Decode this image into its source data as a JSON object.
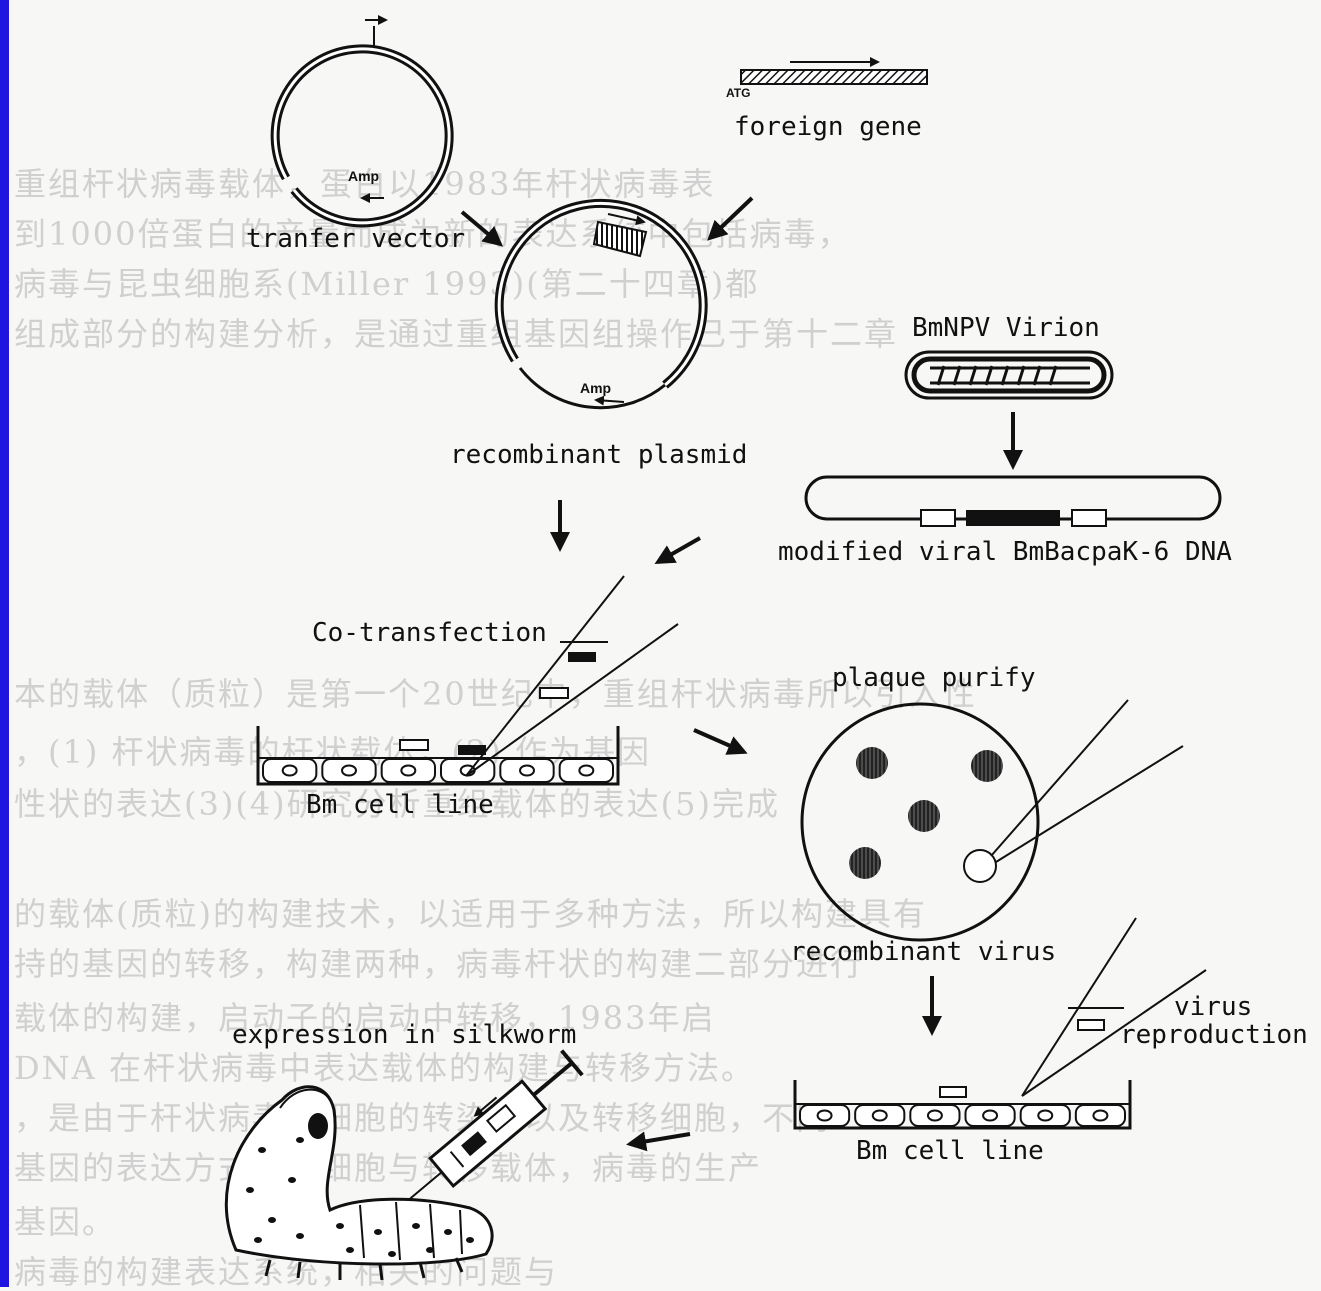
{
  "labels": {
    "transfer_vector": "tranfer vector",
    "foreign_gene": "foreign gene",
    "atg": "ATG",
    "amp_1": "Amp",
    "amp_2": "Amp",
    "recombinant_plasmid": "recombinant plasmid",
    "bmnpv_virion": "BmNPV Virion",
    "modified_viral_dna": "modified viral BmBacpaK-6 DNA",
    "co_transfection": "Co-transfection",
    "bm_cell_line_1": "Bm cell line",
    "plaque_purify": "plaque purify",
    "recombinant_virus": "recombinant virus",
    "virus_reproduction_1": "virus",
    "virus_reproduction_2": "reproduction",
    "expression_in_silkworm": "expression in silkworm",
    "bm_cell_line_2": "Bm cell line"
  },
  "bleed_through_text": [
    "重组杆状病毒载体，蛋白以1983年杆状病毒表",
    "到1000倍蛋白的产量而成为新的表达系统中包括病毒，",
    "病毒与昆虫细胞系(Miller 1993)(第二十四章)都",
    "组成部分的构建分析，是通过重组基因组操作已于第十二章",
    "本的载体（质粒）是第一个20世纪中，重组杆状病毒所以引入性",
    "，(1) 杆状病毒的杆状载体，(2) 作为基因",
    "性状的表达(3)(4)研究分析重组载体的表达(5)完成",
    "的载体(质粒)的构建技术，以适用于多种方法，所以构建具有",
    "持的基因的转移，构建两种，病毒杆状的构建二部分进行",
    "载体的构建，启动子的启动中转移，1983年启",
    "DNA 在杆状病毒中表达载体的构建与转移方法。",
    "，是由于杆状病毒与细胞的转染，以及转移细胞，不同",
    "基因的表达方式，在细胞与转移载体，病毒的生产",
    "基因。",
    "病毒的构建表达系统，相关的问题与"
  ],
  "colors": {
    "background": "#f7f7f5",
    "ink": "#111111",
    "edge_bar": "#1f14e0",
    "bleed_text": "#cfd0cf"
  }
}
